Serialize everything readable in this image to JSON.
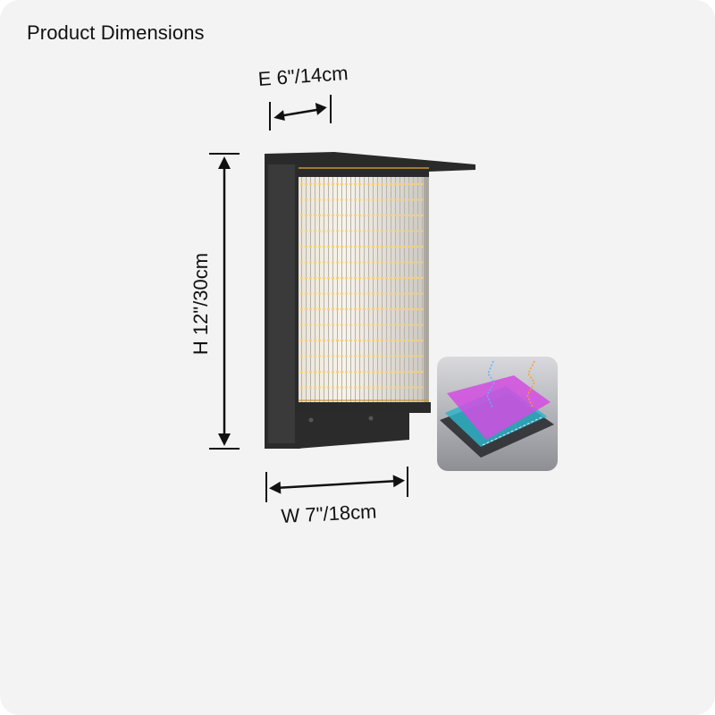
{
  "header": {
    "title": "Product Dimensions"
  },
  "dimensions": {
    "depth_label": "E 6\"/14cm",
    "height_label": "H 12\"/30cm",
    "width_label": "W 7\"/18cm"
  },
  "colors": {
    "background": "#f4f3f3",
    "fixture_frame": "#2a2a2a",
    "glow": "#ffcf6a",
    "inset_magenta": "#d24ce0",
    "inset_cyan": "#2fb3c8"
  },
  "icons": {
    "inset": "glass-layers-icon",
    "arrows": "double-arrow-icon"
  }
}
